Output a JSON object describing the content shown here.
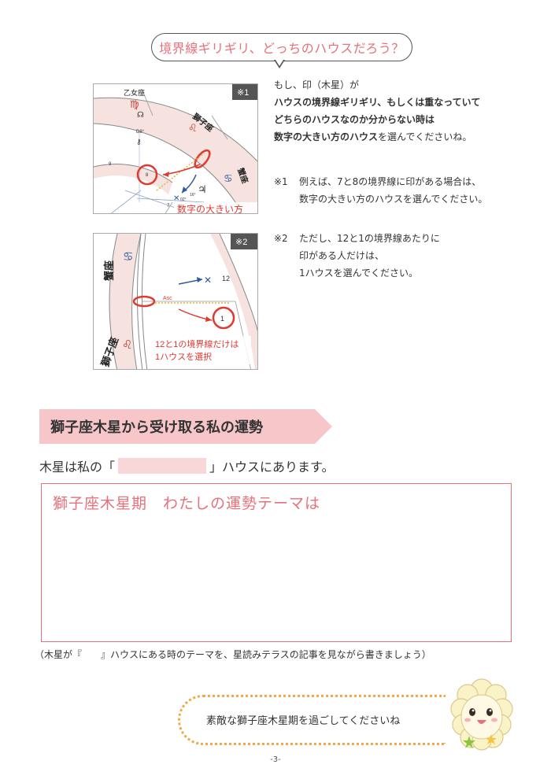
{
  "bubble_text": "境界線ギリギリ、どっちのハウスだろう？",
  "chart1": {
    "badge": "※1",
    "signs": [
      "乙女座",
      "獅子座",
      "蟹座"
    ],
    "annotation": "数字の大きい方",
    "house_labels": [
      "9",
      "8",
      "7"
    ],
    "planet_label": "D8°",
    "degree_labels": [
      "02°",
      "16°"
    ]
  },
  "chart2": {
    "badge": "※2",
    "signs": [
      "蟹座",
      "獅子座"
    ],
    "asc_label": "Asc",
    "house_labels": [
      "12",
      "1"
    ],
    "annotation_line1": "12と1の境界線だけは",
    "annotation_line2": "1ハウスを選択"
  },
  "explanation": {
    "line1": "もし、印（木星）が",
    "line2": "ハウスの境界線ギリギリ、もしくは重なっていて",
    "line3": "どちらのハウスなのか分からない時は",
    "line4_bold": "数字の大きい方のハウス",
    "line4_rest": "を選んでくださいね。"
  },
  "note1": {
    "mark": "※1",
    "line1": "例えば、7と8の境界線に印がある場合は、",
    "line2": "数字の大きい方のハウスを選んでください。"
  },
  "note2": {
    "mark": "※2",
    "line1": "ただし、12と1の境界線あたりに",
    "line2": "印がある人だけは、",
    "line3": "1ハウスを選んでください。"
  },
  "section_title": "獅子座木星から受け取る私の運勢",
  "jupiter_line": {
    "prefix": "木星は私の",
    "open": "「",
    "close": "」",
    "suffix": "ハウスにあります。"
  },
  "theme_title": "獅子座木星期　わたしの運勢テーマは",
  "footnote": "（木星が『　　』ハウスにある時のテーマを、星読みテラスの記事を見ながら書きましょう）",
  "closing_message": "素敵な獅子座木星期を過ごしてくださいね",
  "page_number": "-3-",
  "colors": {
    "accent_pink": "#e8707a",
    "section_pink": "#f7c6c9",
    "dotted_orange": "#f0a94a",
    "circle_red": "#e0392f"
  }
}
